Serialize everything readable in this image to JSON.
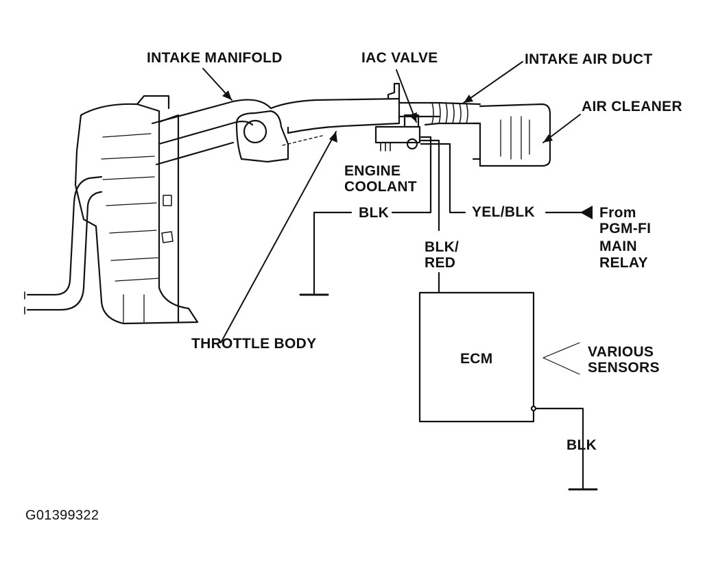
{
  "labels": {
    "intake_manifold": "INTAKE MANIFOLD",
    "iac_valve": "IAC VALVE",
    "intake_air_duct": "INTAKE AIR DUCT",
    "air_cleaner": "AIR CLEANER",
    "engine_coolant_line1": "ENGINE",
    "engine_coolant_line2": "COOLANT",
    "throttle_body": "THROTTLE BODY",
    "ecm": "ECM",
    "various_sensors_line1": "VARIOUS",
    "various_sensors_line2": "SENSORS"
  },
  "wires": {
    "blk_ground": "BLK",
    "yel_blk": "YEL/BLK",
    "blk_red_line1": "BLK/",
    "blk_red_line2": "RED",
    "ecm_ground": "BLK"
  },
  "relay": {
    "line1": "From",
    "line2": "PGM-FI",
    "line3": "MAIN",
    "line4": "RELAY"
  },
  "figure_id": "G01399322",
  "colors": {
    "ink": "#111111",
    "background": "#ffffff"
  }
}
